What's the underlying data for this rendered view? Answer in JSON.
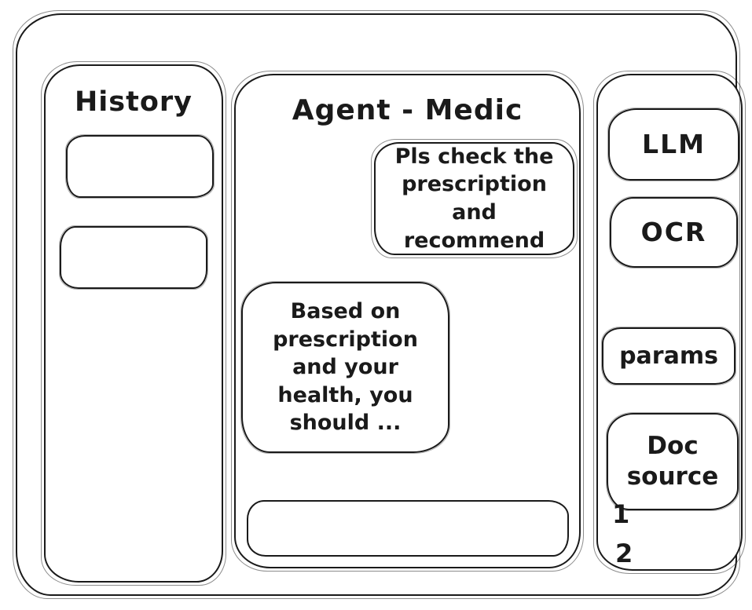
{
  "colors": {
    "ink": "#1a1a1a",
    "background": "#ffffff"
  },
  "sidebar": {
    "title": "History"
  },
  "chat": {
    "title": "Agent - Medic",
    "messages": [
      {
        "role": "user",
        "text": "Pls check the prescription and recommend"
      },
      {
        "role": "assistant",
        "text": "Based on prescription and your health, you should ..."
      }
    ],
    "input": {
      "value": "",
      "placeholder": ""
    }
  },
  "tools": {
    "llm_label": "LLM",
    "ocr_label": "OCR",
    "params_label": "params",
    "doc_source_label": "Doc source",
    "doc_items": [
      "1",
      "2"
    ]
  }
}
